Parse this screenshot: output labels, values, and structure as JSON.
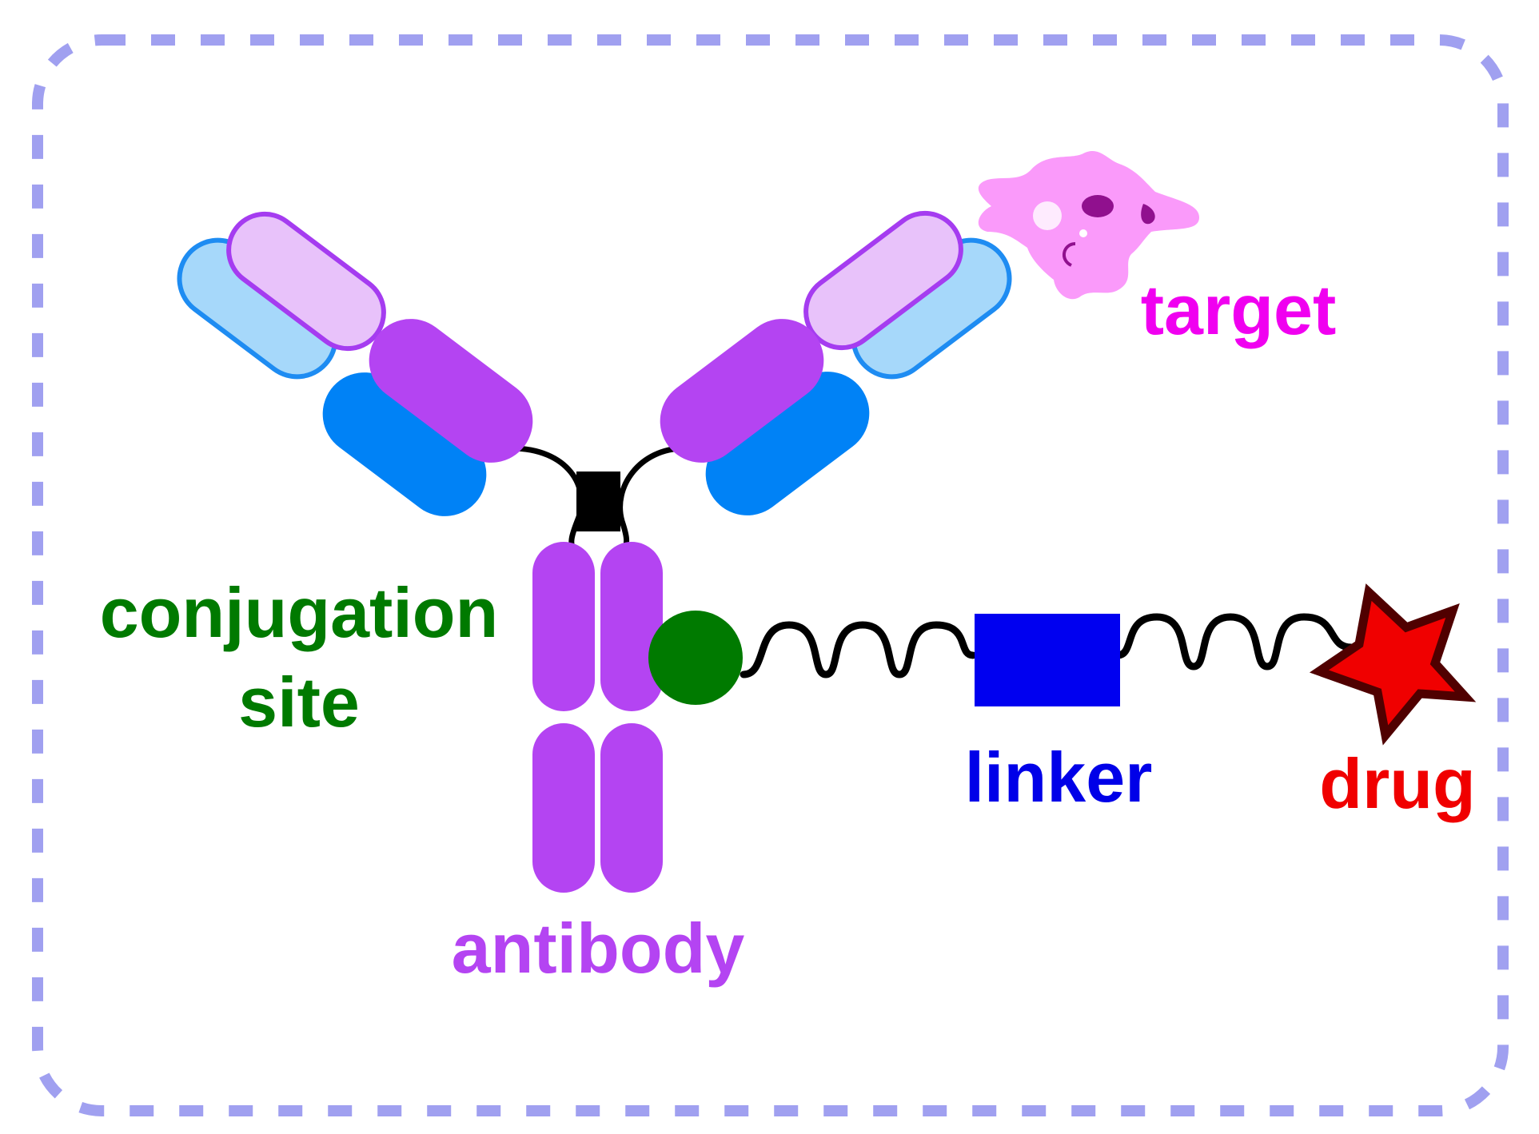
{
  "labels": {
    "target": "target",
    "conjugation_site_line1": "conjugation",
    "conjugation_site_line2": "site",
    "antibody": "antibody",
    "linker": "linker",
    "drug": "drug"
  },
  "colors": {
    "frame_dash": "#A0A0F0",
    "heavy_chain": "#B444F2",
    "light_chain_dark": "#0082F6",
    "light_chain_pale": "#A6D8FA",
    "light_chain_pale_border": "#1E8CF2",
    "heavy_chain_pale": "#E8C2FA",
    "heavy_chain_pale_border": "#A53CF0",
    "hinge": "#000000",
    "conjugation_site": "#007A00",
    "linker": "#0000F0",
    "drug_fill": "#F00000",
    "drug_border": "#500000",
    "target_cell": "#FA9AFA",
    "target_label": "#F000F0",
    "linker_label": "#0000E8",
    "drug_label": "#F00000",
    "conjugation_label": "#007A00",
    "antibody_label": "#B444F2"
  },
  "icons": {
    "target": "target-cell-icon",
    "drug": "drug-star-icon",
    "conjugation_site": "conjugation-site-circle",
    "linker": "linker-block"
  }
}
